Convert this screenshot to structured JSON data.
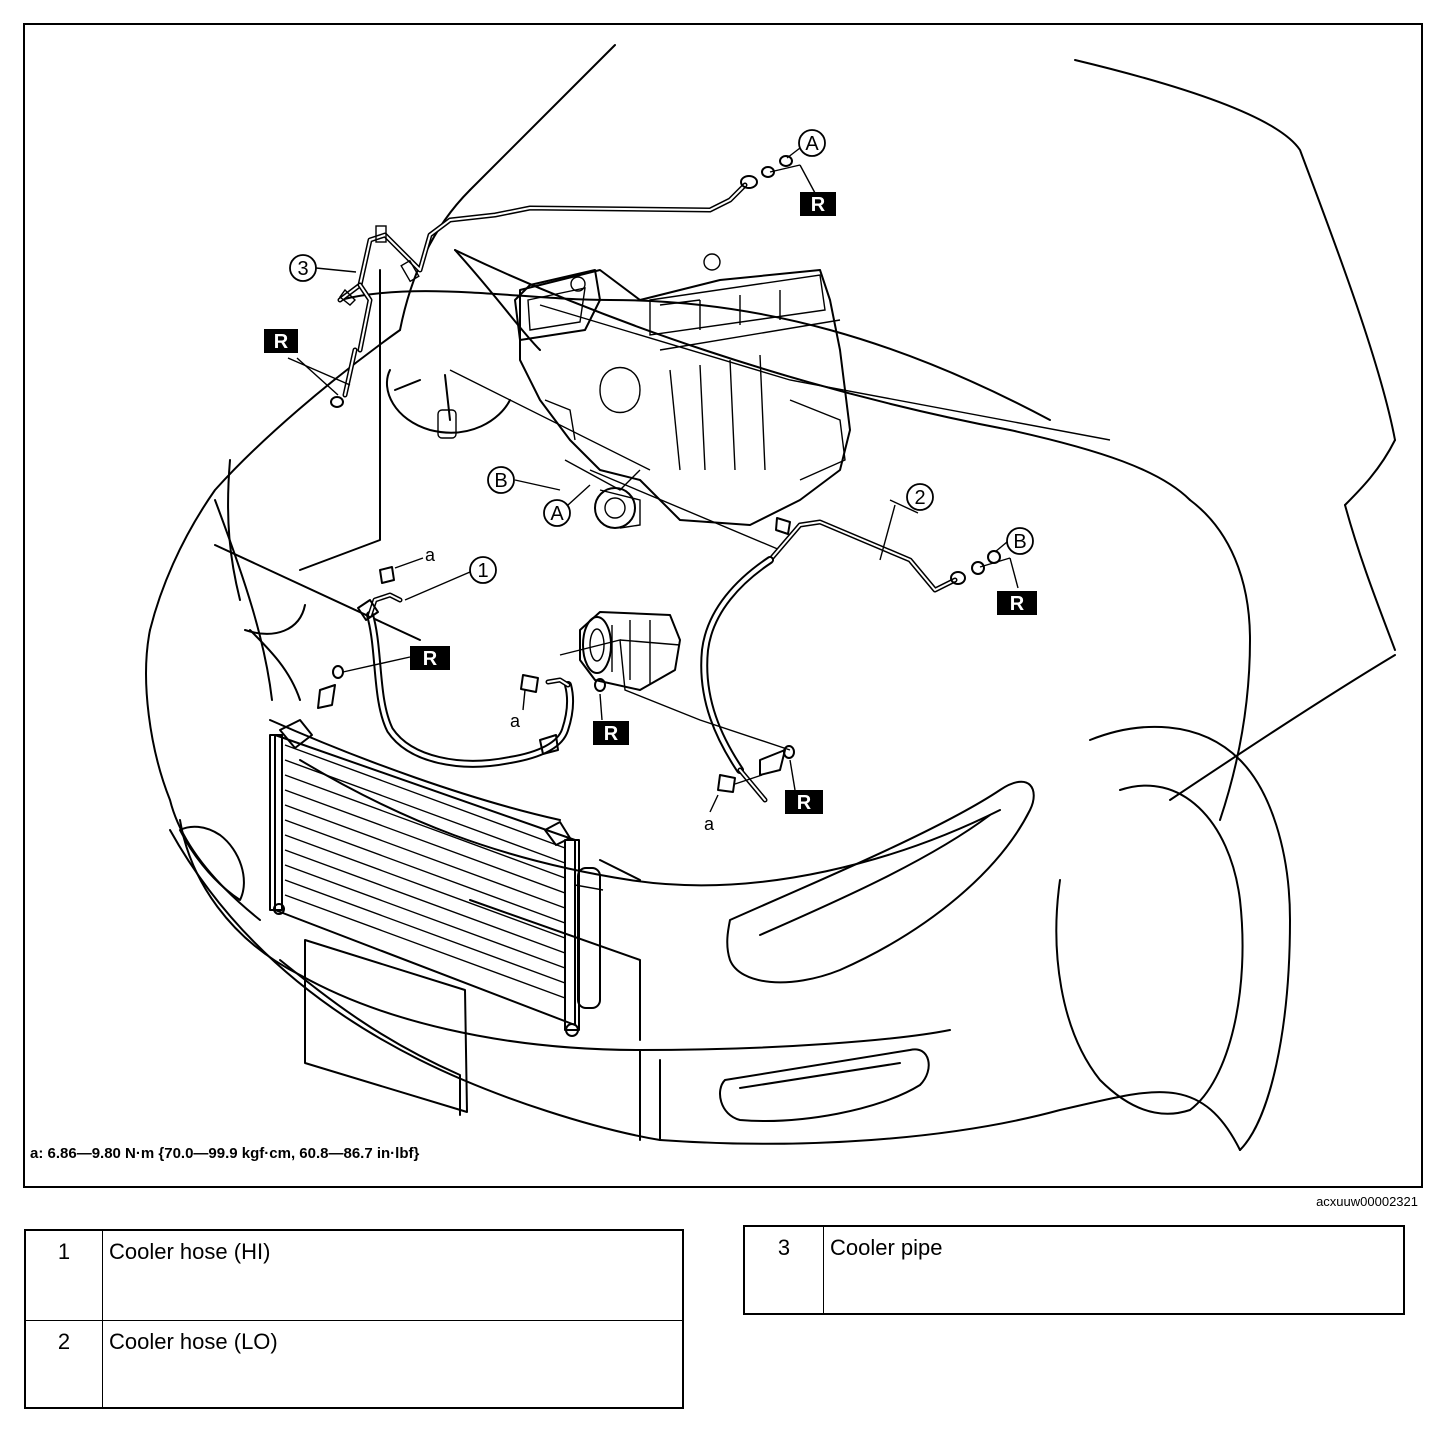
{
  "diagram": {
    "callouts": {
      "one": "1",
      "two": "2",
      "three": "3",
      "A": "A",
      "B": "B"
    },
    "bolt_label": "a",
    "replace_mark": "R",
    "torque_note": "a: 6.86—9.80 N·m {70.0—99.9 kgf·cm, 60.8—86.7 in·lbf}",
    "figure_id": "acxuuw00002321"
  },
  "legend": {
    "left": [
      {
        "num": "1",
        "name": "Cooler hose (HI)"
      },
      {
        "num": "2",
        "name": "Cooler hose (LO)"
      }
    ],
    "right": [
      {
        "num": "3",
        "name": "Cooler pipe"
      }
    ]
  }
}
